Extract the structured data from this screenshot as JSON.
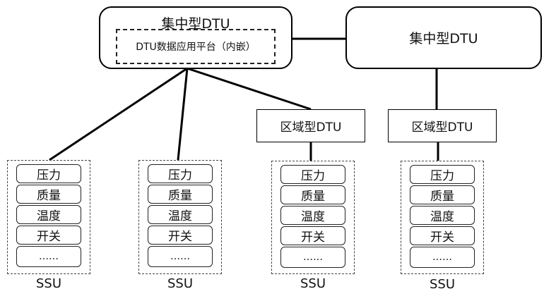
{
  "diagram": {
    "central_dtu_left": {
      "title": "集中型DTU",
      "platform": "DTU数据应用平台（内嵌）"
    },
    "central_dtu_right": {
      "title": "集中型DTU"
    },
    "regional_dtus": [
      {
        "title": "区域型DTU"
      },
      {
        "title": "区域型DTU"
      }
    ],
    "ssu_groups": [
      {
        "label": "SSU",
        "items": [
          "压力",
          "质量",
          "温度",
          "开关",
          "……"
        ]
      },
      {
        "label": "SSU",
        "items": [
          "压力",
          "质量",
          "温度",
          "开关",
          "……"
        ]
      },
      {
        "label": "SSU",
        "items": [
          "压力",
          "质量",
          "温度",
          "开关",
          "……"
        ]
      },
      {
        "label": "SSU",
        "items": [
          "压力",
          "质量",
          "温度",
          "开关",
          "……"
        ]
      }
    ]
  }
}
